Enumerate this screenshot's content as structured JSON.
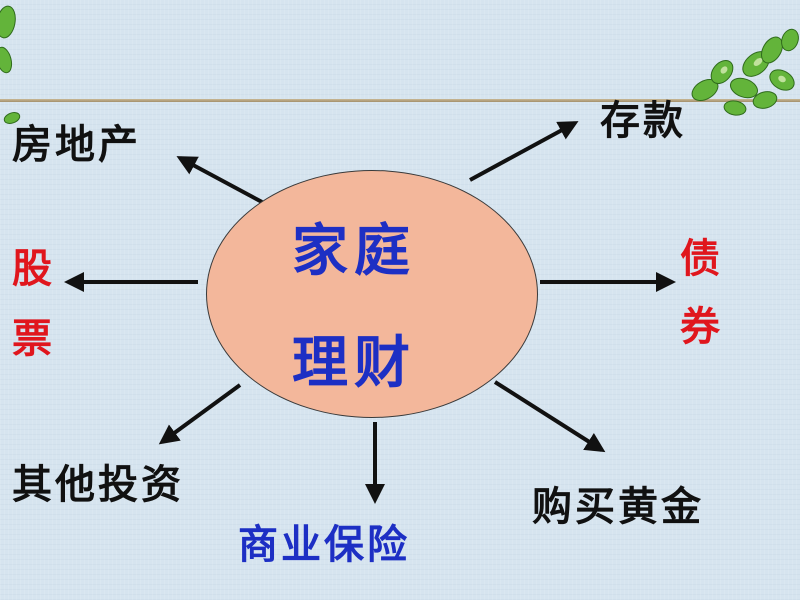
{
  "center": {
    "line1": "家庭",
    "line2": "理财"
  },
  "branches": {
    "real_estate": "房地产",
    "deposit": "存款",
    "stock_1": "股",
    "stock_2": "票",
    "bond_1": "债",
    "bond_2": "券",
    "other_investment": "其他投资",
    "insurance": "商业保险",
    "gold": "购买黄金"
  },
  "colors": {
    "background": "#d6e4ef",
    "center_fill": "#f3b79b",
    "center_text": "#1d2fc4",
    "label_black": "#111111",
    "label_red": "#e0161d",
    "label_blue": "#1d2fc4"
  },
  "decoration": {
    "icon": "vine-leaves-icon"
  }
}
